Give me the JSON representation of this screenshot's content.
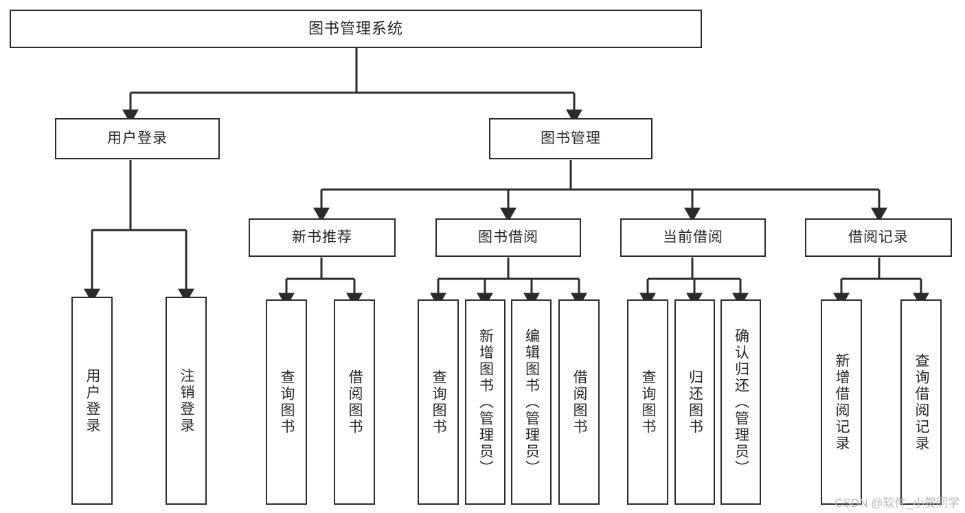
{
  "diagram": {
    "title": "图书管理系统",
    "watermark": "CSDN @软件_小贺同学",
    "line_color": "#2b2b2b",
    "box_fill": "#ffffff",
    "text_color": "#262626",
    "watermark_color": "#b9b9b9"
  },
  "nodes": {
    "root": {
      "label": "图书管理系统"
    },
    "level1": [
      {
        "label": "用户登录"
      },
      {
        "label": "图书管理"
      }
    ],
    "level2": [
      {
        "label": "新书推荐"
      },
      {
        "label": "图书借阅"
      },
      {
        "label": "当前借阅"
      },
      {
        "label": "借阅记录"
      }
    ],
    "leaves": {
      "user_login": [
        {
          "label": "用户登录"
        },
        {
          "label": "注销登录"
        }
      ],
      "new_books": [
        {
          "label": "查询图书"
        },
        {
          "label": "借阅图书"
        }
      ],
      "book_borrow": [
        {
          "label": "查询图书"
        },
        {
          "label": "新增图书（管理员）"
        },
        {
          "label": "编辑图书（管理员）"
        },
        {
          "label": "借阅图书"
        }
      ],
      "current_borrow": [
        {
          "label": "查询图书"
        },
        {
          "label": "归还图书"
        },
        {
          "label": "确认归还（管理员）"
        }
      ],
      "borrow_records": [
        {
          "label": "新增借阅记录"
        },
        {
          "label": "查询借阅记录"
        }
      ]
    }
  }
}
